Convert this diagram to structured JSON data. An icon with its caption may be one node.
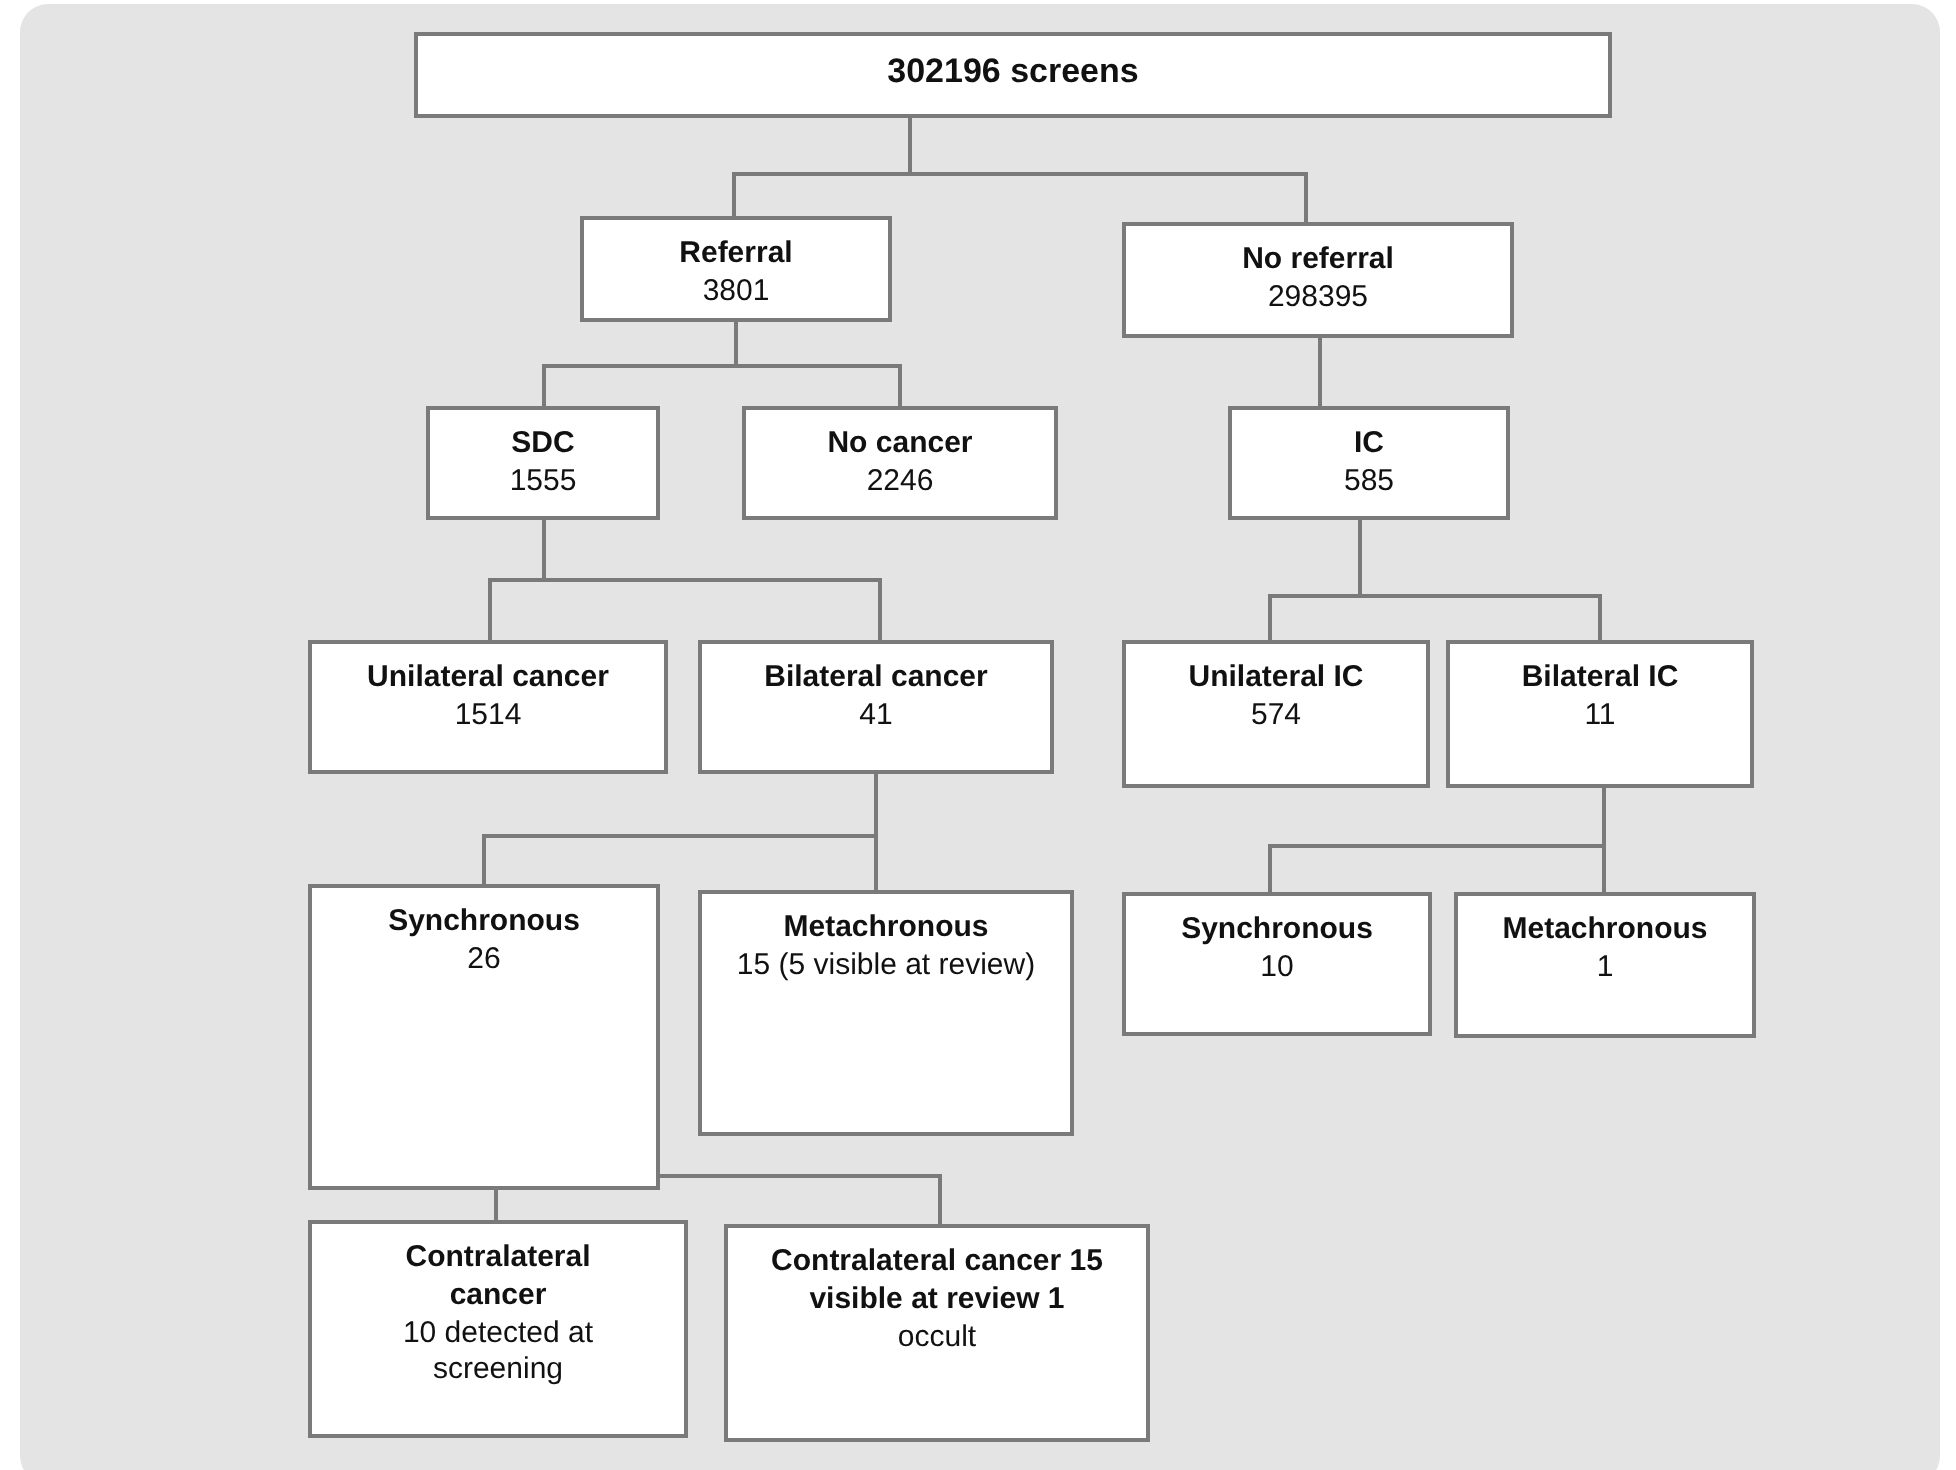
{
  "diagram": {
    "nodes": [
      {
        "text": [
          "302196 screens"
        ]
      },
      {
        "text": [
          "Referral",
          "3801"
        ]
      },
      {
        "text": [
          "No referral",
          "298395"
        ]
      },
      {
        "text": [
          "SDC",
          "1555"
        ]
      },
      {
        "text": [
          "No cancer",
          "2246"
        ]
      },
      {
        "text": [
          "IC",
          "585"
        ]
      },
      {
        "text": [
          "Unilateral cancer",
          "1514"
        ]
      },
      {
        "text": [
          "Bilateral cancer",
          "41"
        ]
      },
      {
        "text": [
          "Unilateral IC",
          "574"
        ]
      },
      {
        "text": [
          "Bilateral IC",
          "11"
        ]
      },
      {
        "text": [
          "Synchronous",
          "26"
        ]
      },
      {
        "text": [
          "Metachronous",
          "15 (5 visible at review)"
        ]
      },
      {
        "text": [
          "Synchronous",
          "10"
        ]
      },
      {
        "text": [
          "Metachronous",
          "1"
        ]
      },
      {
        "text": [
          "Contralateral cancer",
          "10 detected at screening"
        ]
      },
      {
        "text": [
          "Contralateral cancer 15 visible at review 1",
          "occult"
        ]
      }
    ],
    "edges": [
      {
        "from": 0,
        "to": 1,
        "arrow": "none"
      },
      {
        "from": 0,
        "to": 2,
        "arrow": "none"
      },
      {
        "from": 1,
        "to": 3,
        "arrow": "none"
      },
      {
        "from": 1,
        "to": 4,
        "arrow": "none"
      },
      {
        "from": 2,
        "to": 5,
        "arrow": "none"
      },
      {
        "from": 3,
        "to": 6,
        "arrow": "none"
      },
      {
        "from": 3,
        "to": 7,
        "arrow": "none"
      },
      {
        "from": 5,
        "to": 8,
        "arrow": "none"
      },
      {
        "from": 5,
        "to": 9,
        "arrow": "none"
      },
      {
        "from": 7,
        "to": 10,
        "arrow": "none"
      },
      {
        "from": 7,
        "to": 11,
        "arrow": "none"
      },
      {
        "from": 9,
        "to": 12,
        "arrow": "none"
      },
      {
        "from": 9,
        "to": 13,
        "arrow": "none"
      },
      {
        "from": 10,
        "to": 14,
        "arrow": "none"
      },
      {
        "from": 10,
        "to": 15,
        "arrow": "none"
      }
    ]
  }
}
